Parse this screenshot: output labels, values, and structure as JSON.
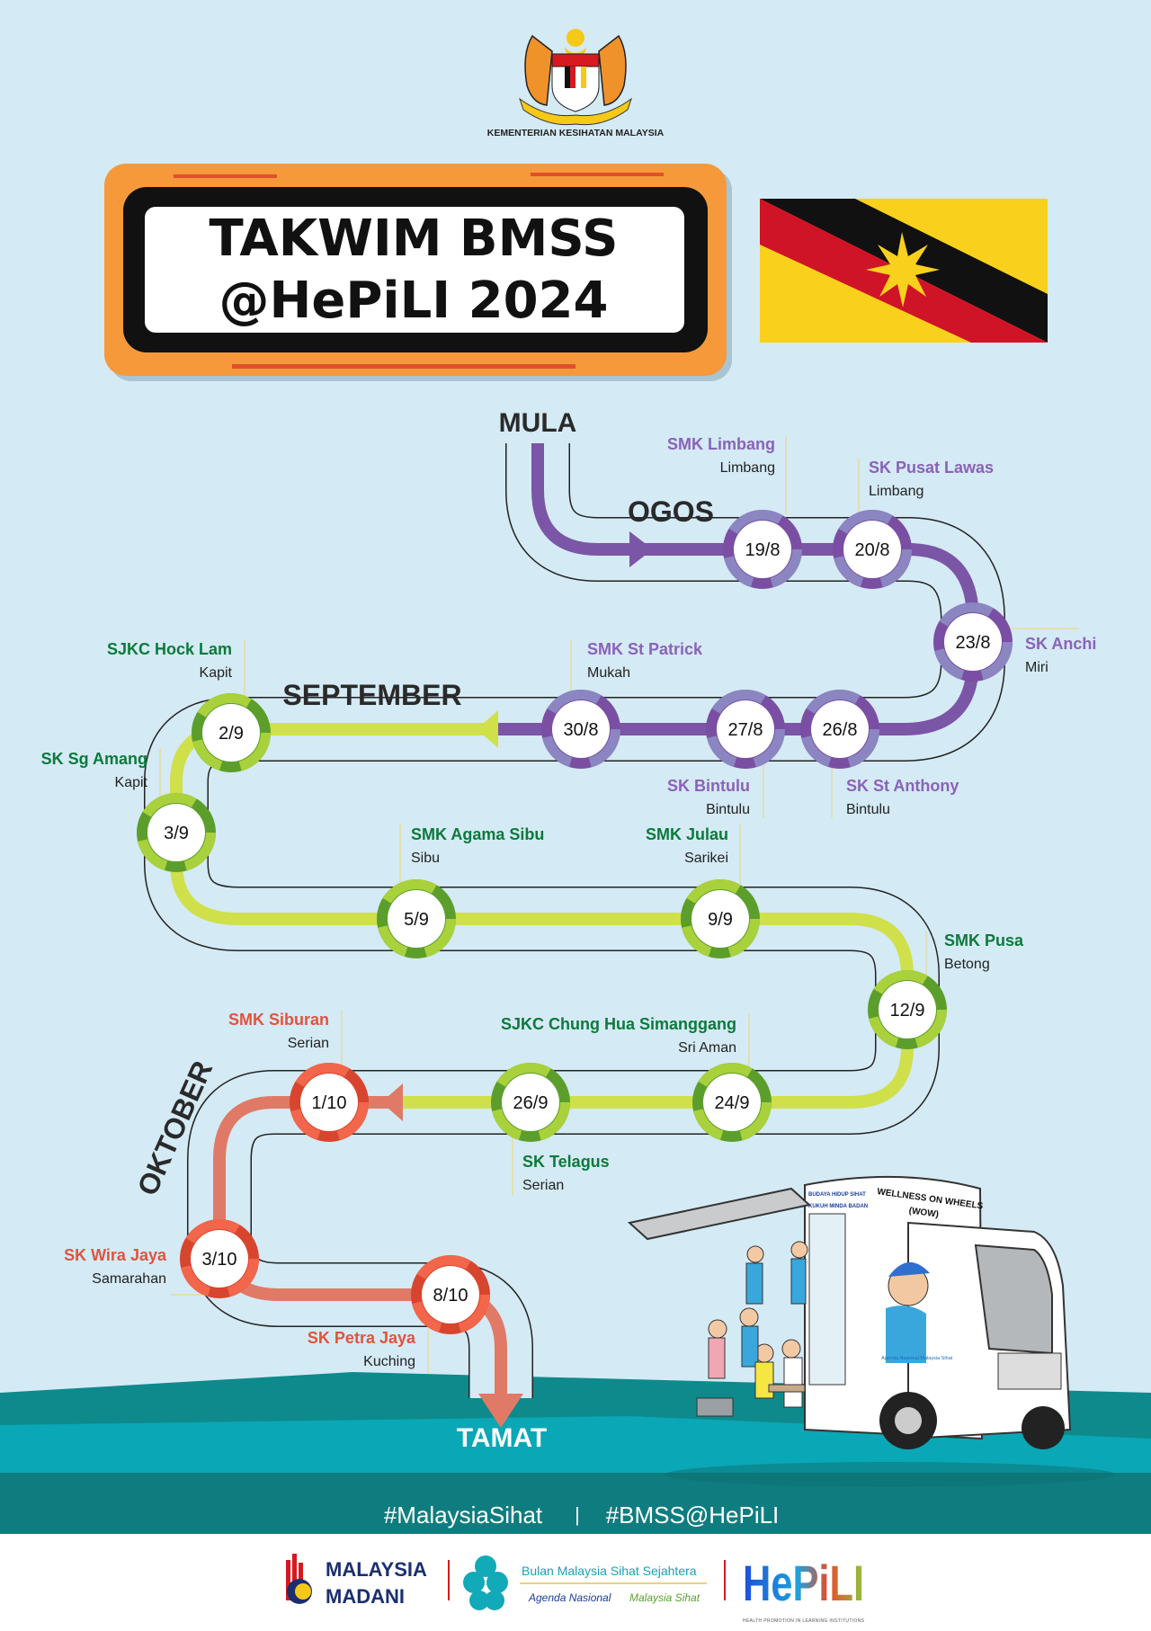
{
  "header": {
    "ministry": "KEMENTERIAN KESIHATAN MALAYSIA",
    "title_line1": "TAKWIM BMSS",
    "title_line2": "@HePiLI 2024"
  },
  "route": {
    "start_label": "MULA",
    "end_label": "TAMAT",
    "months": {
      "august": "OGOS",
      "september": "SEPTEMBER",
      "october": "OKTOBER"
    },
    "colors": {
      "purple": "#7b55a6",
      "green": "#cfe04a",
      "red": "#e07a66"
    },
    "stops": [
      {
        "date": "19/8",
        "school": "SMK Limbang",
        "district": "Limbang",
        "group": "purple"
      },
      {
        "date": "20/8",
        "school": "SK Pusat Lawas",
        "district": "Limbang",
        "group": "purple"
      },
      {
        "date": "23/8",
        "school": "SK Anchi",
        "district": "Miri",
        "group": "purple"
      },
      {
        "date": "26/8",
        "school": "SK St Anthony",
        "district": "Bintulu",
        "group": "purple"
      },
      {
        "date": "27/8",
        "school": "SK Bintulu",
        "district": "Bintulu",
        "group": "purple"
      },
      {
        "date": "30/8",
        "school": "SMK St Patrick",
        "district": "Mukah",
        "group": "purple"
      },
      {
        "date": "2/9",
        "school": "SJKC Hock Lam",
        "district": "Kapit",
        "group": "green"
      },
      {
        "date": "3/9",
        "school": "SK Sg Amang",
        "district": "Kapit",
        "group": "green"
      },
      {
        "date": "5/9",
        "school": "SMK Agama Sibu",
        "district": "Sibu",
        "group": "green"
      },
      {
        "date": "9/9",
        "school": "SMK Julau",
        "district": "Sarikei",
        "group": "green"
      },
      {
        "date": "12/9",
        "school": "SMK Pusa",
        "district": "Betong",
        "group": "green"
      },
      {
        "date": "24/9",
        "school": "SJKC Chung Hua Simanggang",
        "district": "Sri Aman",
        "group": "green"
      },
      {
        "date": "26/9",
        "school": "SK Telagus",
        "district": "Serian",
        "group": "green"
      },
      {
        "date": "1/10",
        "school": "SMK Siburan",
        "district": "Serian",
        "group": "red"
      },
      {
        "date": "3/10",
        "school": "SK Wira Jaya",
        "district": "Samarahan",
        "group": "red"
      },
      {
        "date": "8/10",
        "school": "SK Petra Jaya",
        "district": "Kuching",
        "group": "red"
      }
    ]
  },
  "van": {
    "sign": "WELLNESS ON WHEELS",
    "sign_sub": "(WOW)",
    "slogan_line1": "BUDAYA HIDUP SIHAT",
    "slogan_line2": "KUKUH MINDA BADAN",
    "door_text": "Agenda Nasional Malaysia Sihat"
  },
  "footer": {
    "hashtag1": "#MalaysiaSihat",
    "separator": "|",
    "hashtag2": "#BMSS@HePiLI",
    "logo_madani_1": "MALAYSIA",
    "logo_madani_2": "MADANI",
    "logo_bmss_1": "Bulan Malaysia Sihat Sejahtera",
    "logo_bmss_2a": "Agenda Nasional",
    "logo_bmss_2b": "Malaysia Sihat",
    "logo_hepili": "HePiLI",
    "logo_hepili_sub": "HEALTH PROMOTION IN LEARNING INSTITUTIONS"
  }
}
